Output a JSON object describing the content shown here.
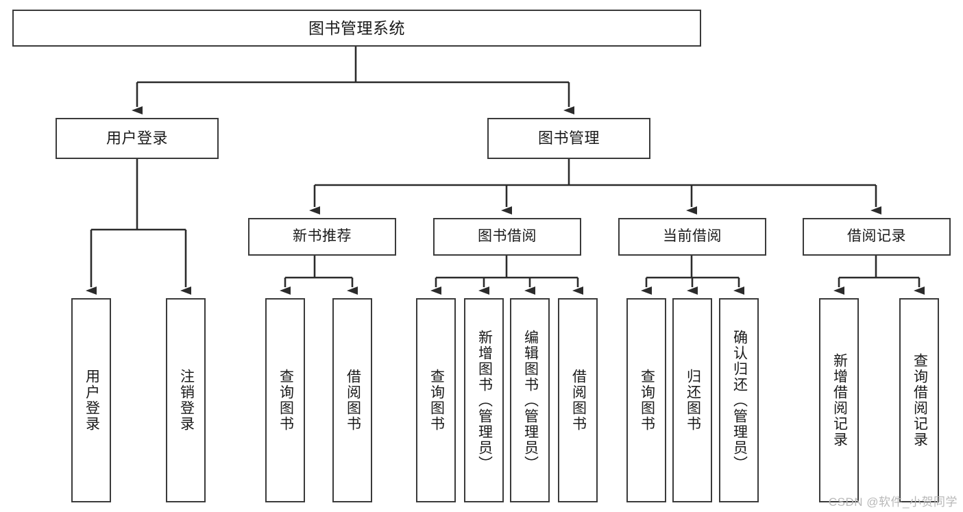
{
  "diagram": {
    "type": "tree",
    "title": "图书管理系统",
    "watermark": "CSDN @软件_小贺同学",
    "colors": {
      "box_border": "#3a3a3a",
      "box_fill": "#ffffff",
      "connector": "#2b2b2b",
      "text": "#1a1a1a",
      "watermark": "#b8b8b8"
    },
    "nodes": {
      "root": {
        "label": "图书管理系统"
      },
      "level1": [
        {
          "label": "用户登录"
        },
        {
          "label": "图书管理"
        }
      ],
      "level2": [
        {
          "label": "新书推荐"
        },
        {
          "label": "图书借阅"
        },
        {
          "label": "当前借阅"
        },
        {
          "label": "借阅记录"
        }
      ],
      "leaves": {
        "user_login": [
          {
            "label": "用户登录"
          },
          {
            "label": "注销登录"
          }
        ],
        "new_book": [
          {
            "label": "查询图书"
          },
          {
            "label": "借阅图书"
          }
        ],
        "borrow_book": [
          {
            "label": "查询图书"
          },
          {
            "label": "新增图书（管理员）"
          },
          {
            "label": "编辑图书（管理员）"
          },
          {
            "label": "借阅图书"
          }
        ],
        "current_borrow": [
          {
            "label": "查询图书"
          },
          {
            "label": "归还图书"
          },
          {
            "label": "确认归还（管理员）"
          }
        ],
        "borrow_record": [
          {
            "label": "新增借阅记录"
          },
          {
            "label": "查询借阅记录"
          }
        ]
      }
    }
  }
}
